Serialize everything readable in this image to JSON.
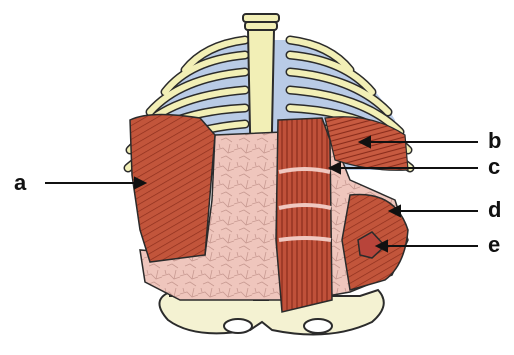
{
  "labels": {
    "a": "a",
    "b": "b",
    "c": "c",
    "d": "d",
    "e": "e"
  },
  "colors": {
    "bone": "#f2efb6",
    "bone_outline": "#2b2b2b",
    "muscle": "#c2553b",
    "muscle_dark": "#8e2f1d",
    "sheath": "#f0c8c0",
    "intercostal": "#b9cbe6",
    "pelvis": "#f4f2d2"
  }
}
